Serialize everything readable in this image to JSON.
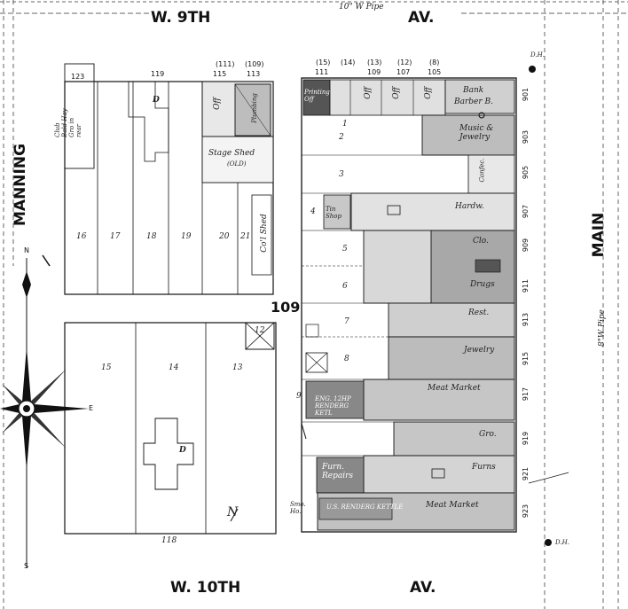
{
  "streets": {
    "top": "W. 9TH",
    "top_suffix": "AV.",
    "bottom": "W. 10TH",
    "bottom_suffix": "AV.",
    "left": "MANNING",
    "right": "MAIN"
  },
  "pipes": {
    "top": "10\" W Pipe",
    "right": "8\"W Pipe"
  },
  "block_number": "109",
  "block_top_numbers": [
    "(111)",
    "(109)",
    "(113)",
    "(15)",
    "(14)",
    "(13)",
    "(12)",
    "(8)"
  ],
  "block_top_numbers2": [
    "123",
    "119",
    "115",
    "113",
    "111",
    "109",
    "107",
    "105"
  ],
  "west_block": {
    "lots": [
      "16",
      "17",
      "18",
      "19",
      "20",
      "21"
    ],
    "labels": {
      "club": "Club Bald Hay Gro in rear",
      "off": "Off",
      "plumbing": "Plumbing",
      "stage_shed": "Stage Shed",
      "stage_shed_sub": "(OLD)",
      "coal_shed": "Co'l Shed",
      "dwelling_d": "D"
    }
  },
  "south_west_block": {
    "lots": [
      "15",
      "14",
      "13",
      "12"
    ],
    "dwelling": "D",
    "bottom_number": "118"
  },
  "east_block": {
    "lot_numbers": [
      "1",
      "2",
      "3",
      "4",
      "5",
      "6",
      "7",
      "8",
      "9"
    ],
    "stores": [
      {
        "label": "Bank",
        "sub": "Barber B.",
        "addr": "901"
      },
      {
        "label": "Music & Jewelry",
        "addr": "903"
      },
      {
        "label": "Confec.",
        "addr": "905"
      },
      {
        "label": "Hardw.",
        "addr": "907"
      },
      {
        "label": "Clo.",
        "addr": "909"
      },
      {
        "label": "Drugs",
        "addr": "911"
      },
      {
        "label": "Rest.",
        "addr": "913"
      },
      {
        "label": "Jewelry",
        "addr": "915"
      },
      {
        "label": "Meat Market",
        "addr": "917"
      },
      {
        "label": "Gro.",
        "addr": "919"
      },
      {
        "label": "Furns",
        "addr": "921"
      },
      {
        "label": "Meat Market",
        "addr": "923"
      }
    ],
    "rear": {
      "tin_shop": "Tin Shop",
      "off1": "Off",
      "off2": "Off",
      "off3": "Off",
      "printing": "Printing Off",
      "eng": "ENG. 12HP RENDERG KETL",
      "furn_repairs": "Furn. Repairs",
      "us_kettle": "U.S. RENDERG KETTLE",
      "smoke": "Smo. Ho."
    }
  },
  "compass": {
    "n": "N",
    "s": "S",
    "e": "E"
  },
  "marks": {
    "dh1": "D.H.",
    "dh2": "D.H.",
    "north_arrow": "N"
  }
}
